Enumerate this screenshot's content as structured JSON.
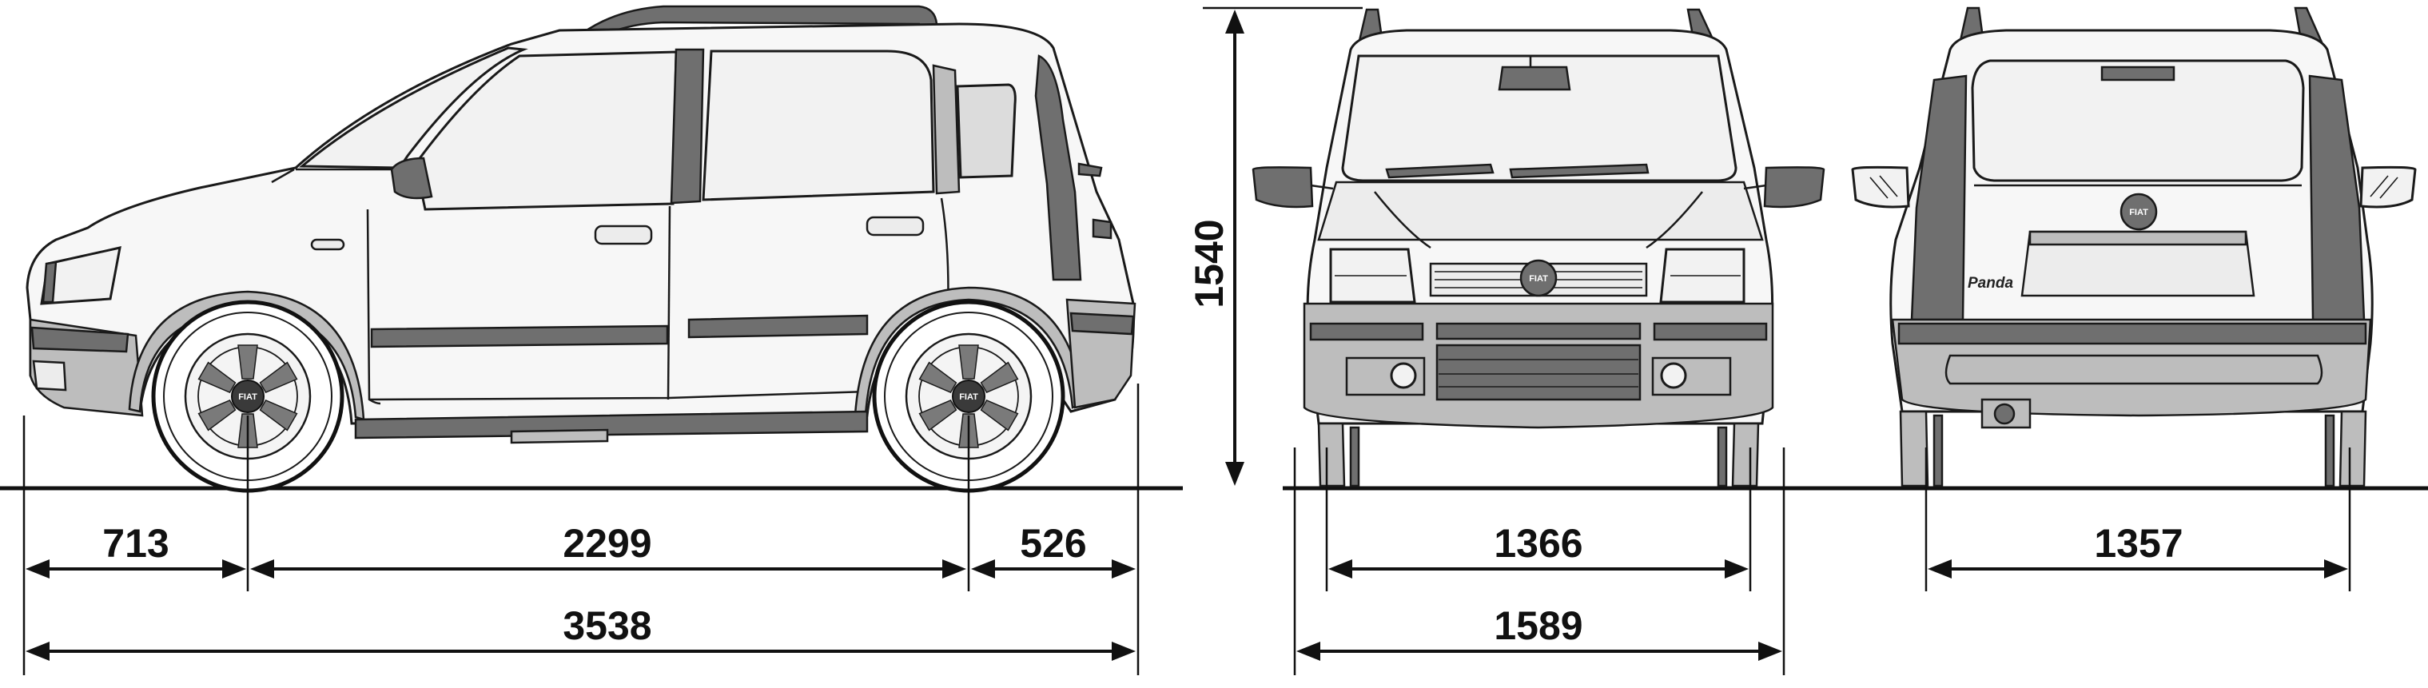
{
  "dimensions": {
    "front_overhang": "713",
    "wheelbase": "2299",
    "rear_overhang": "526",
    "overall_length": "3538",
    "height": "1540",
    "front_track": "1366",
    "overall_width": "1589",
    "rear_track": "1357"
  },
  "badges": {
    "front_wheel_logo": "FIAT",
    "rear_wheel_logo": "FIAT",
    "grille_logo": "FIAT",
    "tailgate_logo": "FIAT"
  },
  "model_name": "Panda",
  "colors": {
    "line": "#1a1a1a",
    "glass": "#f2f2f2",
    "trim_dark": "#6f6f6f",
    "background": "#ffffff"
  }
}
